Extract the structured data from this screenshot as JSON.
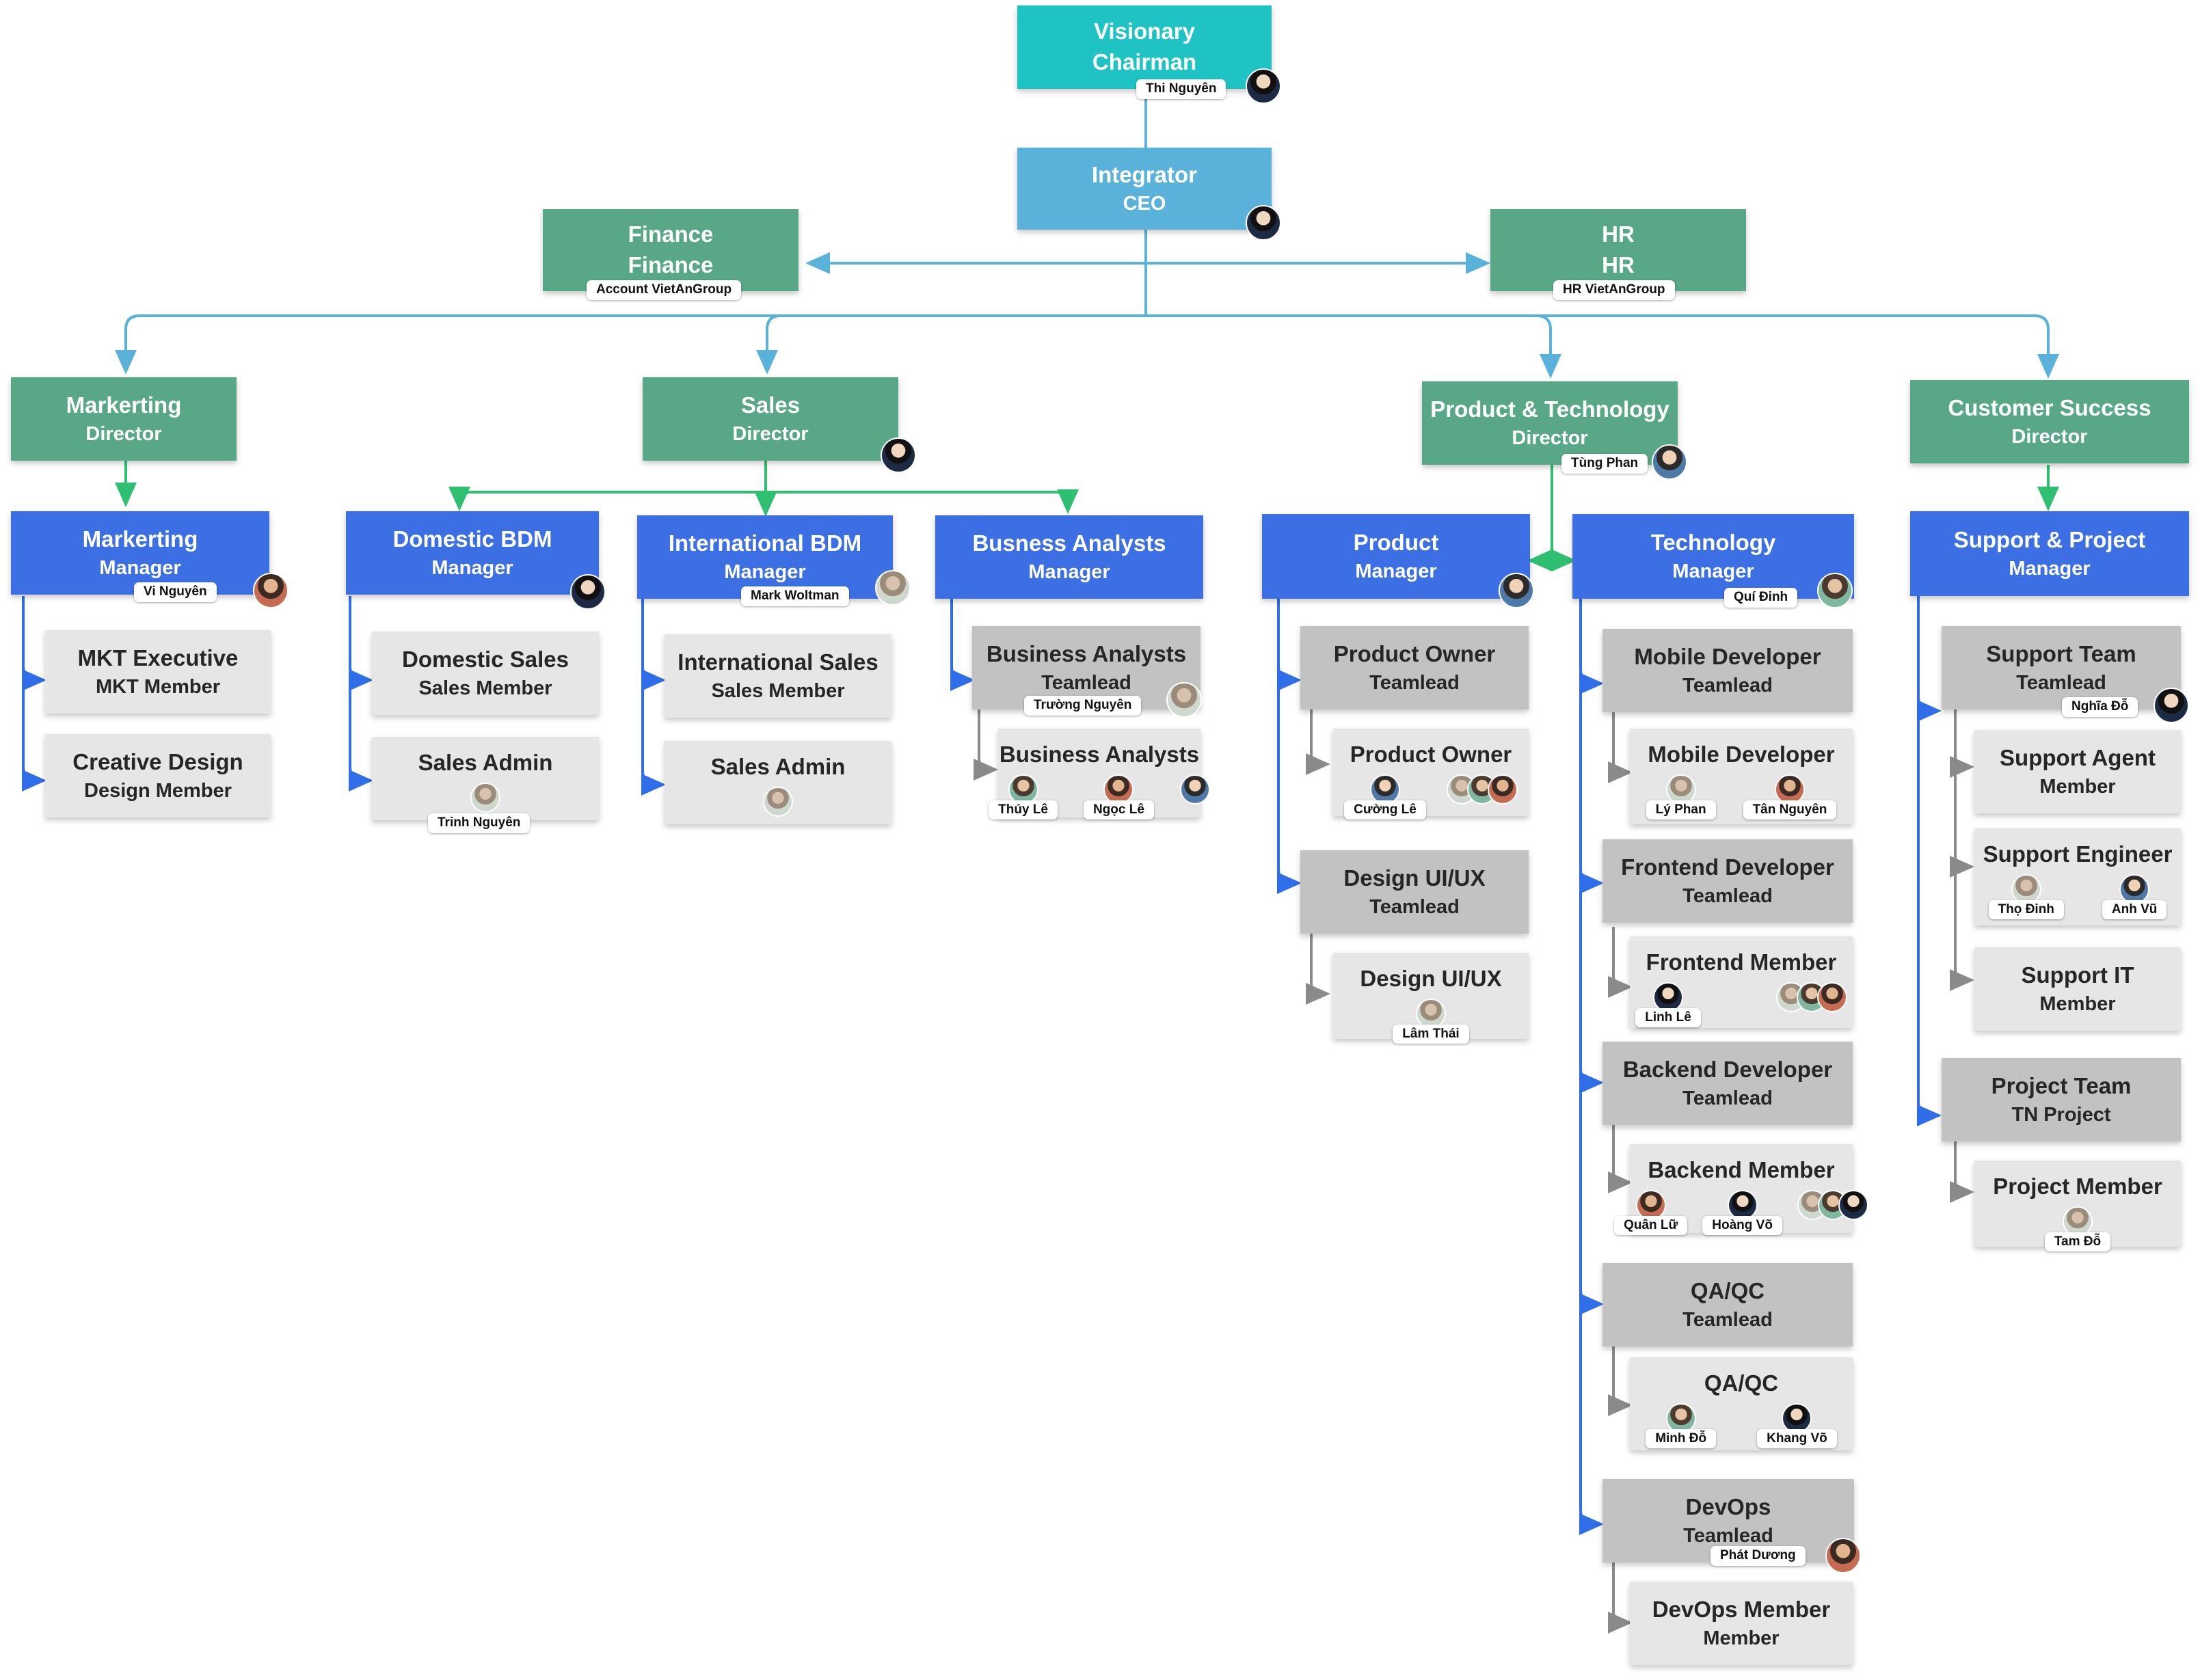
{
  "colors": {
    "chairman": "#1fc3c3",
    "ceo": "#5ab1d9",
    "department": "#58a888",
    "manager": "#3b6fe3",
    "teamlead": "#c2c2c2",
    "member": "#e6e6e6",
    "connector_blue": "#5ab1d9",
    "connector_green": "#2fbf71",
    "connector_manager": "#2f6ee8",
    "connector_gray": "#8a8a8a"
  },
  "top": {
    "chairman": {
      "title": "Visionary",
      "role": "Chairman",
      "person": "Thi Nguyên"
    },
    "ceo": {
      "title": "Integrator",
      "role": "CEO"
    },
    "finance": {
      "title": "Finance",
      "role": "Finance",
      "person": "Account VietAnGroup"
    },
    "hr": {
      "title": "HR",
      "role": "HR",
      "person": "HR VietAnGroup"
    }
  },
  "departments": {
    "marketing": {
      "title": "Markerting",
      "role": "Director",
      "manager": {
        "title": "Markerting",
        "role": "Manager",
        "person": "Vi Nguyên"
      },
      "units": [
        {
          "title": "MKT Executive",
          "role": "MKT Member"
        },
        {
          "title": "Creative Design",
          "role": "Design Member"
        }
      ]
    },
    "sales": {
      "title": "Sales",
      "role": "Director",
      "domestic": {
        "title": "Domestic BDM",
        "role": "Manager",
        "units": [
          {
            "title": "Domestic Sales",
            "role": "Sales Member"
          },
          {
            "title": "Sales Admin",
            "person": "Trinh Nguyên"
          }
        ]
      },
      "international": {
        "title": "International BDM",
        "role": "Manager",
        "person": "Mark Woltman",
        "units": [
          {
            "title": "International Sales",
            "role": "Sales Member"
          },
          {
            "title": "Sales Admin"
          }
        ]
      },
      "ba": {
        "title": "Busness Analysts",
        "role": "Manager",
        "lead": {
          "title": "Business Analysts",
          "role": "Teamlead",
          "person": "Trường Nguyên"
        },
        "member": {
          "title": "Business Analysts",
          "people": [
            "Thúy Lê",
            "Ngọc Lê"
          ]
        }
      }
    },
    "product_tech": {
      "title": "Product  & Technology",
      "role": "Director",
      "person": "Tùng Phan",
      "product": {
        "title": "Product",
        "role": "Manager",
        "po_lead": {
          "title": "Product Owner",
          "role": "Teamlead"
        },
        "po_member": {
          "title": "Product Owner",
          "person": "Cường Lê"
        },
        "ux_lead": {
          "title": "Design UI/UX",
          "role": "Teamlead"
        },
        "ux_member": {
          "title": "Design UI/UX",
          "person": "Lâm Thái"
        }
      },
      "technology": {
        "title": "Technology",
        "role": "Manager",
        "person": "Quí Đinh",
        "mobile_lead": {
          "title": "Mobile Developer",
          "role": "Teamlead"
        },
        "mobile_member": {
          "title": "Mobile Developer",
          "people": [
            "Lý Phan",
            "Tân Nguyên"
          ]
        },
        "frontend_lead": {
          "title": "Frontend Developer",
          "role": "Teamlead"
        },
        "frontend_member": {
          "title": "Frontend Member",
          "person": "Linh Lê"
        },
        "backend_lead": {
          "title": "Backend Developer",
          "role": "Teamlead"
        },
        "backend_member": {
          "title": "Backend Member",
          "people": [
            "Quân Lữ",
            "Hoàng Võ"
          ]
        },
        "qa_lead": {
          "title": "QA/QC",
          "role": "Teamlead"
        },
        "qa_member": {
          "title": "QA/QC",
          "people": [
            "Minh Đỗ",
            "Khang Võ"
          ]
        },
        "devops_lead": {
          "title": "DevOps",
          "role": "Teamlead",
          "person": "Phát Dương"
        },
        "devops_member": {
          "title": "DevOps Member",
          "role": "Member"
        }
      }
    },
    "customer_success": {
      "title": "Customer Success",
      "role": "Director",
      "manager": {
        "title": "Support & Project",
        "role": "Manager"
      },
      "support_lead": {
        "title": "Support Team",
        "role": "Teamlead",
        "person": "Nghĩa Đỗ"
      },
      "support_agent": {
        "title": "Support Agent",
        "role": "Member"
      },
      "support_engineer": {
        "title": "Support Engineer",
        "people": [
          "Thọ Đinh",
          "Anh Vũ"
        ]
      },
      "support_it": {
        "title": "Support IT",
        "role": "Member"
      },
      "project_lead": {
        "title": "Project Team",
        "role": "TN Project"
      },
      "project_member": {
        "title": "Project Member",
        "person": "Tam Đỗ"
      }
    }
  }
}
